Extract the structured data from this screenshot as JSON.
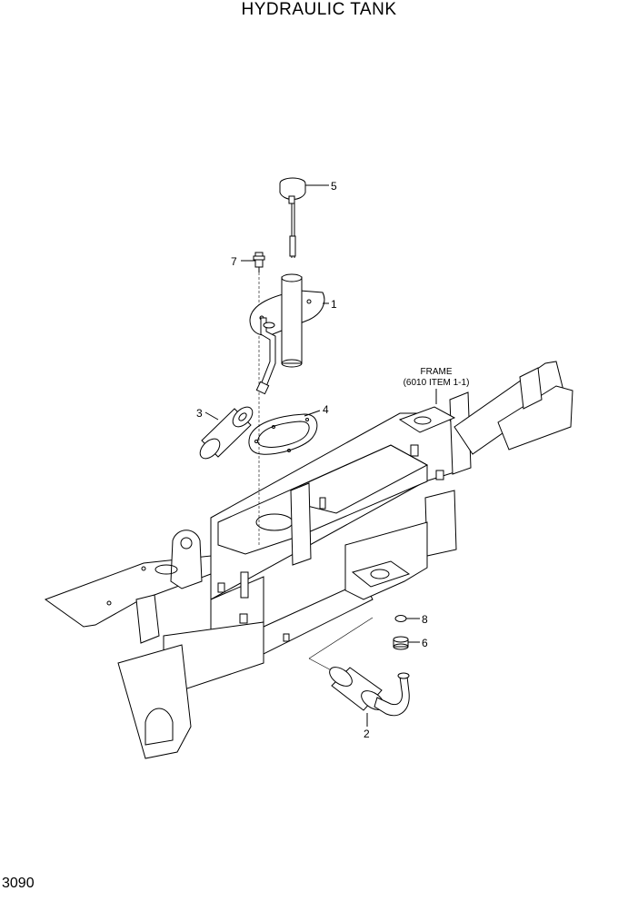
{
  "title": "HYDRAULIC TANK",
  "page_number": "3090",
  "frame_note": {
    "line1": "FRAME",
    "line2": "(6010 ITEM 1-1)"
  },
  "callouts": [
    {
      "id": "5",
      "label": "5"
    },
    {
      "id": "7",
      "label": "7"
    },
    {
      "id": "1",
      "label": "1"
    },
    {
      "id": "3",
      "label": "3"
    },
    {
      "id": "4",
      "label": "4"
    },
    {
      "id": "8",
      "label": "8"
    },
    {
      "id": "6",
      "label": "6"
    },
    {
      "id": "2",
      "label": "2"
    }
  ]
}
